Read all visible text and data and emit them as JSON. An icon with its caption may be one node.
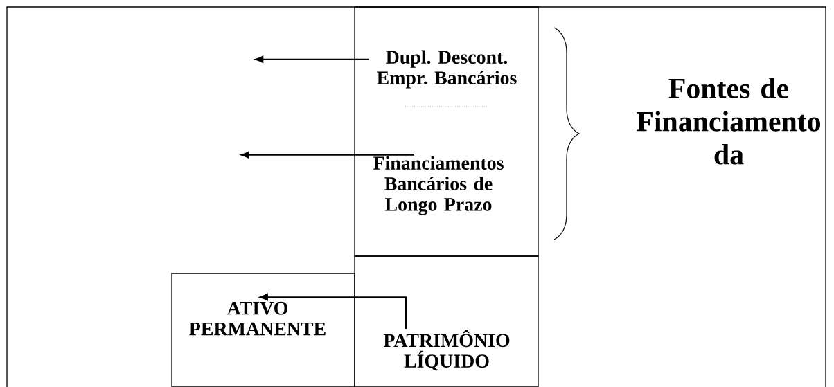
{
  "diagram": {
    "nodes": [
      {
        "text": [],
        "shape": "box"
      },
      {
        "text": [
          "Dupl. Descont. Empr. Bancários"
        ],
        "in": 0
      },
      {
        "text": [
          "Financiamentos Bancários de Longo Prazo"
        ],
        "in": 0
      },
      {
        "text": [
          "PATRIMÔNIO LÍQUIDO"
        ]
      },
      {
        "text": [
          "ATIVO PERMANENTE"
        ]
      }
    ],
    "edges": [
      {
        "from": 1,
        "to": null,
        "arrow": "to"
      },
      {
        "from": 2,
        "to": null,
        "arrow": "to"
      },
      {
        "from": 3,
        "to": 4,
        "arrow": "to"
      }
    ],
    "labels": [
      "Fontes de Financiamento da"
    ]
  }
}
